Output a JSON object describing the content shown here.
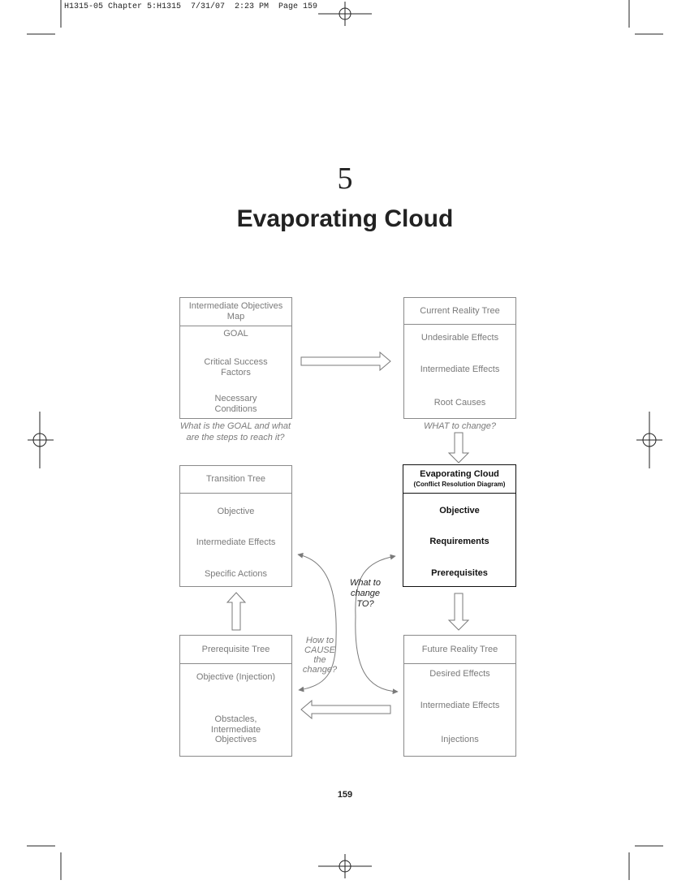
{
  "slug": "H1315-05 Chapter 5:H1315  7/31/07  2:23 PM  Page 159",
  "chapter": {
    "number": "5",
    "title": "Evaporating Cloud"
  },
  "boxes": {
    "iom": {
      "title_line1": "Intermediate Objectives",
      "title_line2": "Map",
      "items": [
        "GOAL",
        "Critical Success",
        "Factors",
        "Necessary",
        "Conditions"
      ],
      "caption_line1": "What is the GOAL and what",
      "caption_line2": "are the steps to reach it?"
    },
    "crt": {
      "title": "Current Reality Tree",
      "items": [
        "Undesirable Effects",
        "Intermediate Effects",
        "Root Causes"
      ],
      "caption": "WHAT to change?"
    },
    "tt": {
      "title": "Transition Tree",
      "items": [
        "Objective",
        "Intermediate Effects",
        "Specific Actions"
      ]
    },
    "ec": {
      "title": "Evaporating Cloud",
      "subtitle": "(Conflict Resolution Diagram)",
      "items": [
        "Objective",
        "Requirements",
        "Prerequisites"
      ]
    },
    "prt": {
      "title": "Prerequisite Tree",
      "items": [
        "Objective (Injection)",
        "Obstacles,",
        "Intermediate",
        "Objectives"
      ]
    },
    "frt": {
      "title": "Future Reality Tree",
      "items": [
        "Desired Effects",
        "Intermediate Effects",
        "Injections"
      ]
    }
  },
  "center_captions": {
    "what_to_change_to": [
      "What to",
      "change",
      "TO?"
    ],
    "how_to_cause": [
      "How to",
      "CAUSE",
      "the",
      "change?"
    ]
  },
  "page_number": "159"
}
